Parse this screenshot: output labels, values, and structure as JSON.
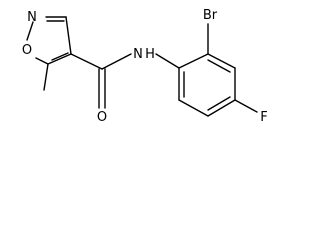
{
  "molecule": {
    "atoms": [
      {
        "id": "n-ring",
        "label": "N"
      },
      {
        "id": "o-ring",
        "label": "O"
      },
      {
        "id": "nh-amide",
        "label": "N"
      },
      {
        "id": "h-amide",
        "label": "H"
      },
      {
        "id": "o-carbonyl",
        "label": "O"
      },
      {
        "id": "br",
        "label": "Br"
      },
      {
        "id": "f",
        "label": "F"
      }
    ],
    "colors": {
      "ink": "#000000",
      "background": "#ffffff"
    }
  }
}
